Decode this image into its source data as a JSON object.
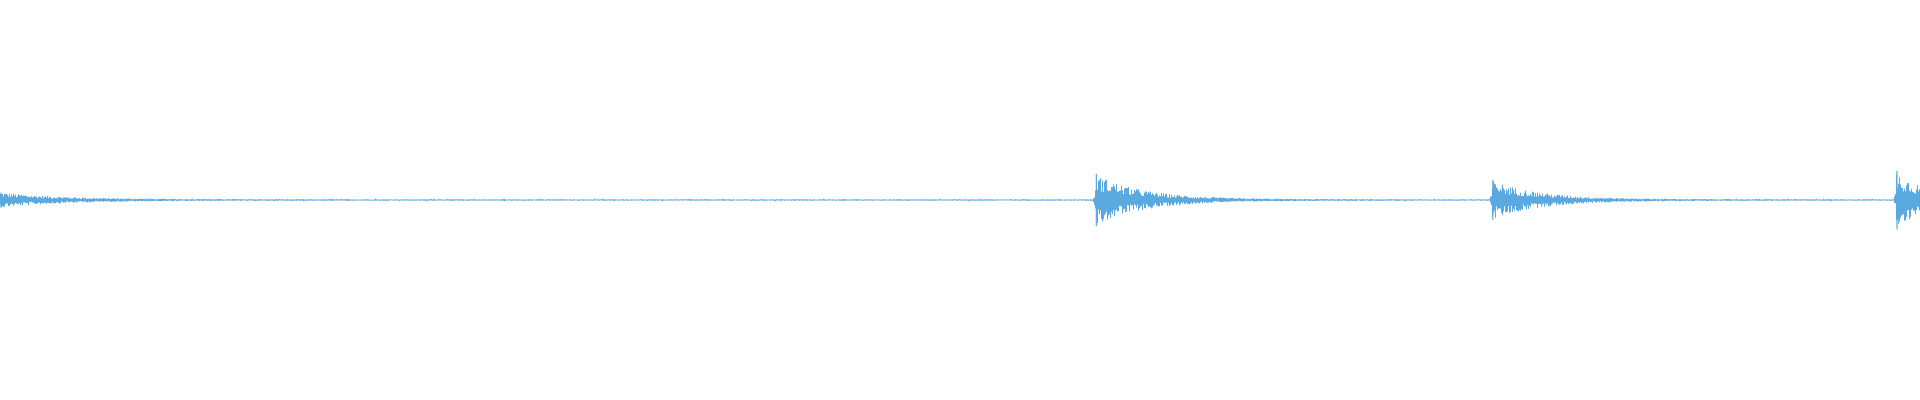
{
  "waveform": {
    "color": "#5aa9e0",
    "background": "#ffffff",
    "onsets": [
      {
        "time_fraction": 0.0,
        "peak_amplitude": 0.035,
        "decay": 0.09
      },
      {
        "time_fraction": 0.5705,
        "peak_amplitude": 0.125,
        "decay": 0.07
      },
      {
        "time_fraction": 0.777,
        "peak_amplitude": 0.095,
        "decay": 0.07
      },
      {
        "time_fraction": 0.9875,
        "peak_amplitude": 0.14,
        "decay": 0.05
      }
    ],
    "noise_floor_amplitude": 0.004
  }
}
